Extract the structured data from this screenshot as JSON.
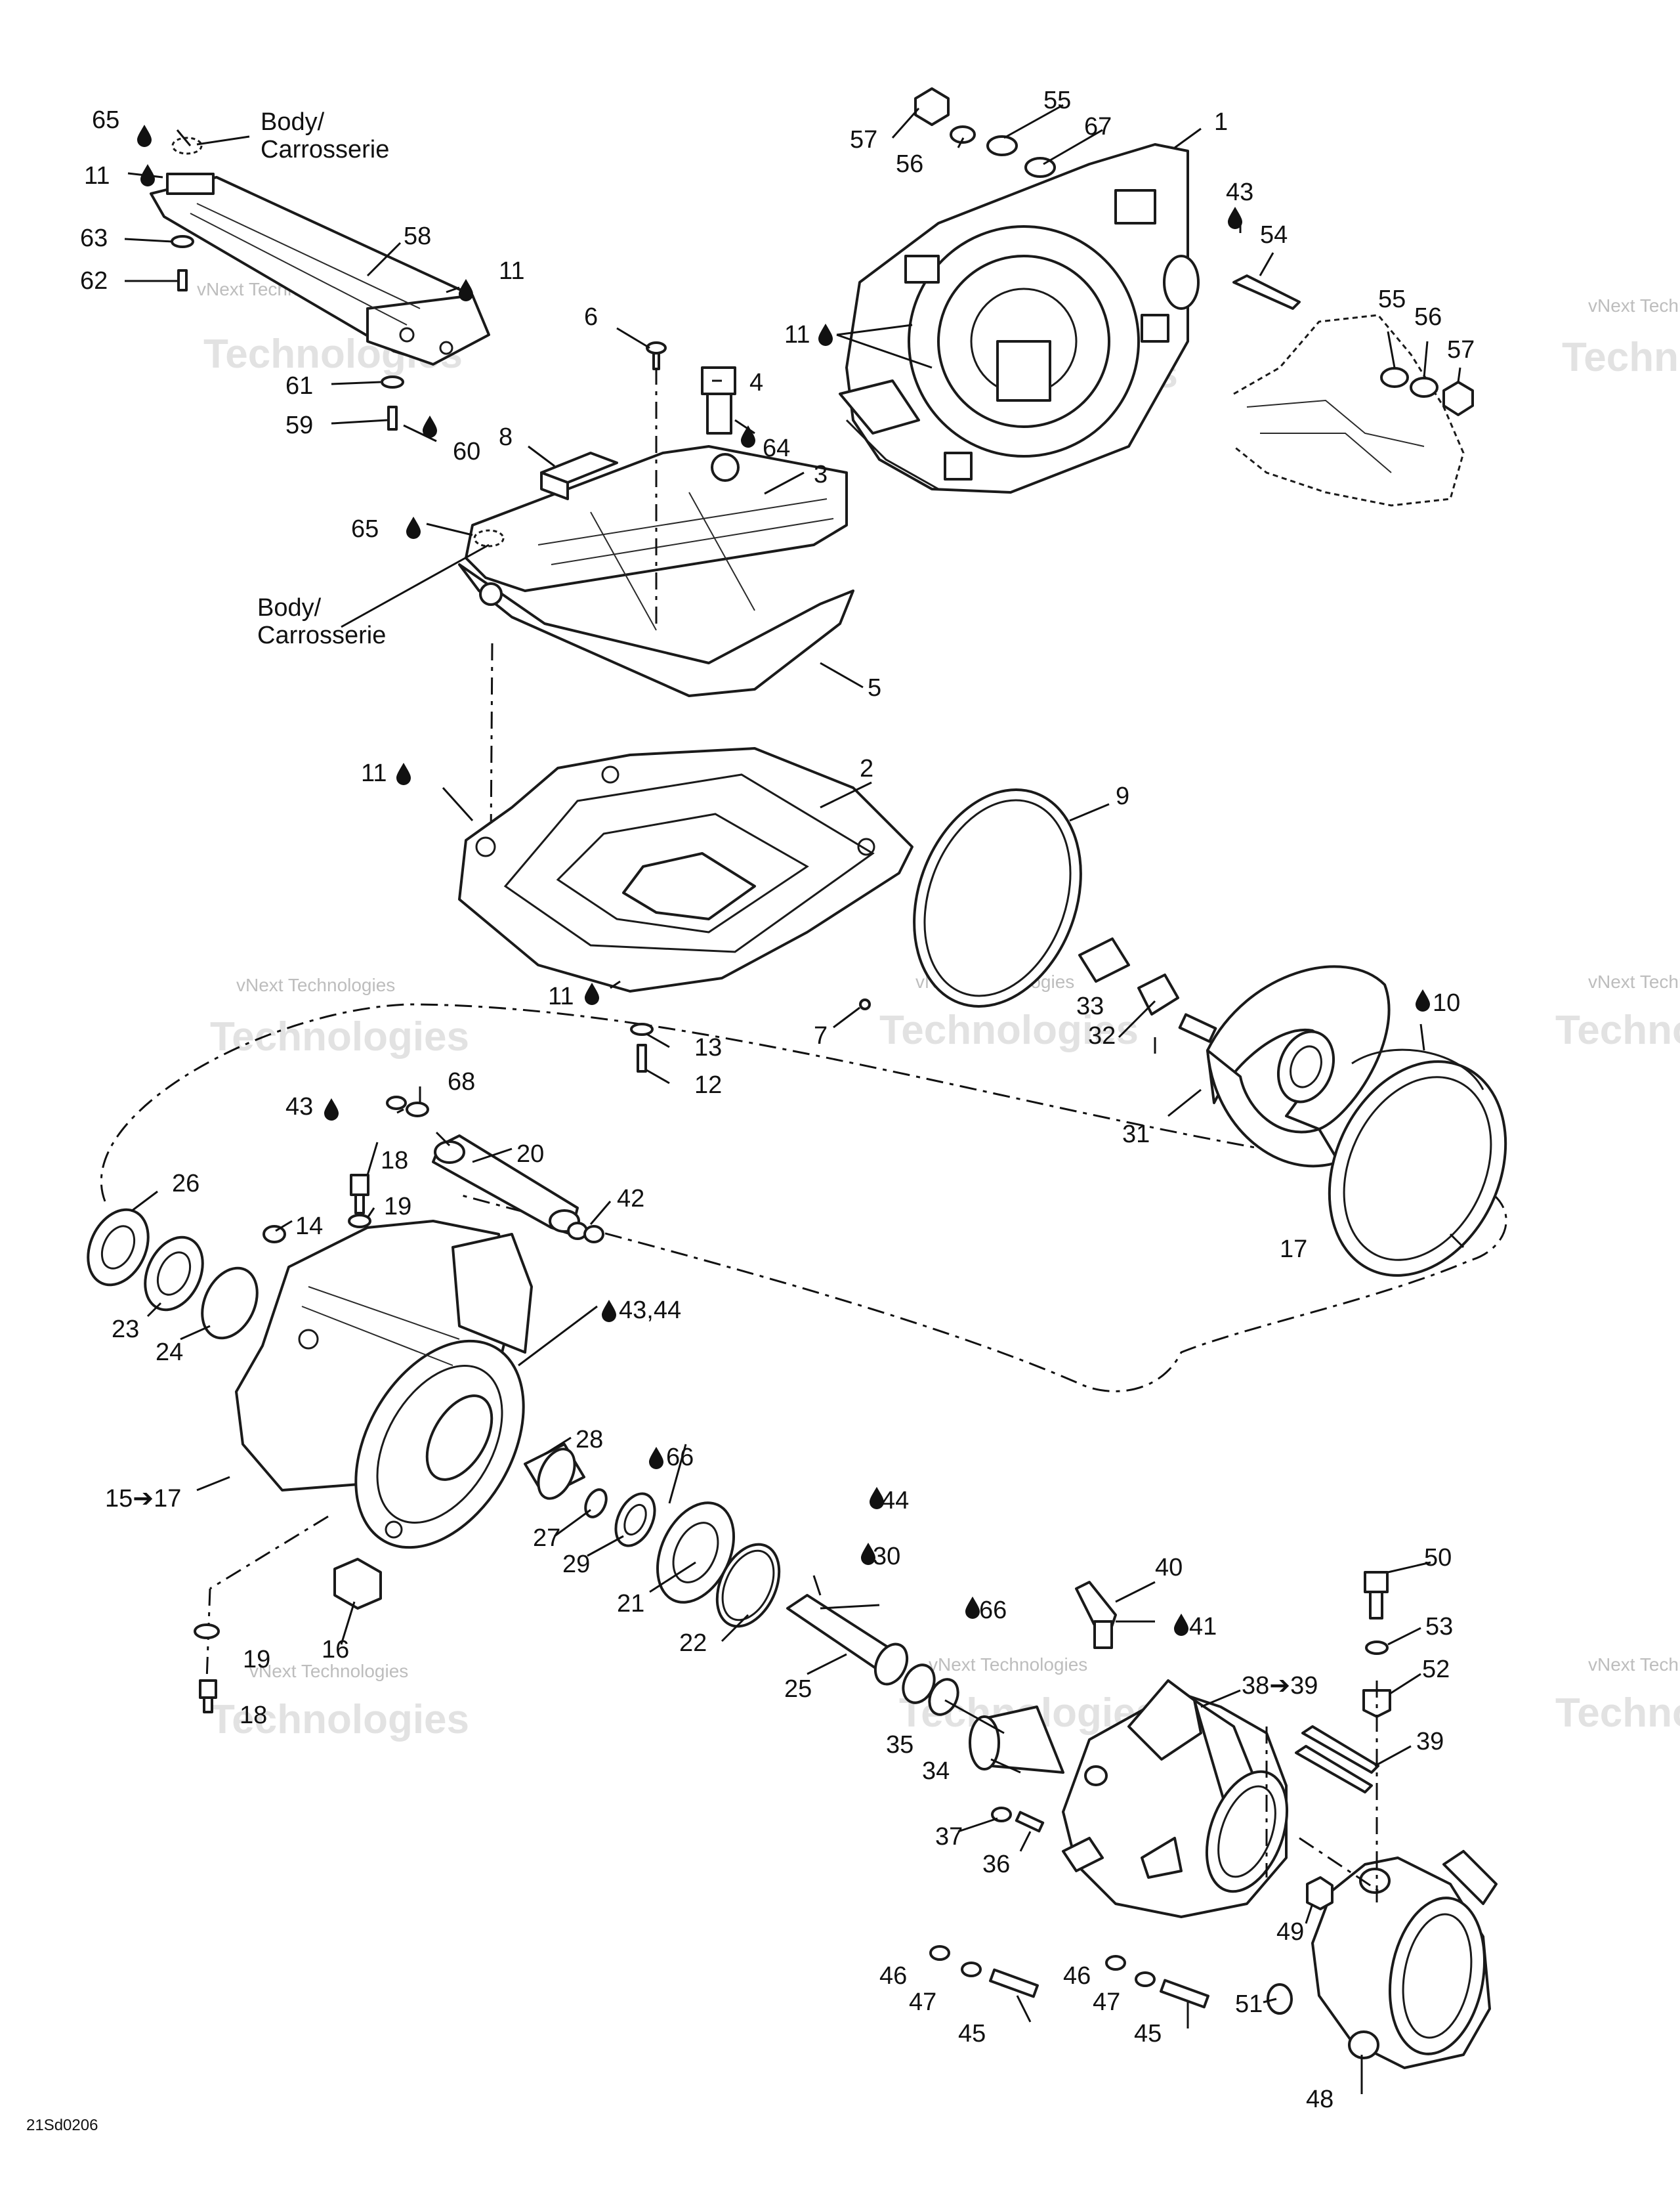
{
  "diagram": {
    "figure_code": "21Sd0206",
    "body_note": [
      "Body/",
      "Carrosserie"
    ],
    "watermark": [
      "vNext Technologies",
      "Technologies"
    ],
    "callouts": {
      "c1": "1",
      "c2": "2",
      "c3": "3",
      "c4": "4",
      "c5": "5",
      "c6": "6",
      "c7": "7",
      "c8": "8",
      "c9": "9",
      "c10": "10",
      "c11": "11",
      "c12": "12",
      "c13": "13",
      "c14": "14",
      "c15": "15",
      "c16": "16",
      "c17": "17",
      "c18": "18",
      "c19": "19",
      "c20": "20",
      "c21": "21",
      "c22": "22",
      "c23": "23",
      "c24": "24",
      "c25": "25",
      "c26": "26",
      "c27": "27",
      "c28": "28",
      "c29": "29",
      "c30": "30",
      "c31": "31",
      "c32": "32",
      "c33": "33",
      "c34": "34",
      "c35": "35",
      "c36": "36",
      "c37": "37",
      "c38": "38",
      "c39": "39",
      "c40": "40",
      "c41": "41",
      "c42": "42",
      "c43": "43",
      "c44": "44",
      "c45": "45",
      "c46": "46",
      "c47": "47",
      "c48": "48",
      "c49": "49",
      "c50": "50",
      "c51": "51",
      "c52": "52",
      "c53": "53",
      "c54": "54",
      "c55": "55",
      "c56": "56",
      "c57": "57",
      "c58": "58",
      "c59": "59",
      "c60": "60",
      "c61": "61",
      "c62": "62",
      "c63": "63",
      "c64": "64",
      "c65": "65",
      "c66": "66",
      "c67": "67",
      "c68": "68",
      "c43_44": "43,44",
      "c15_17": "15➔17",
      "c38_39": "38➔39"
    }
  }
}
